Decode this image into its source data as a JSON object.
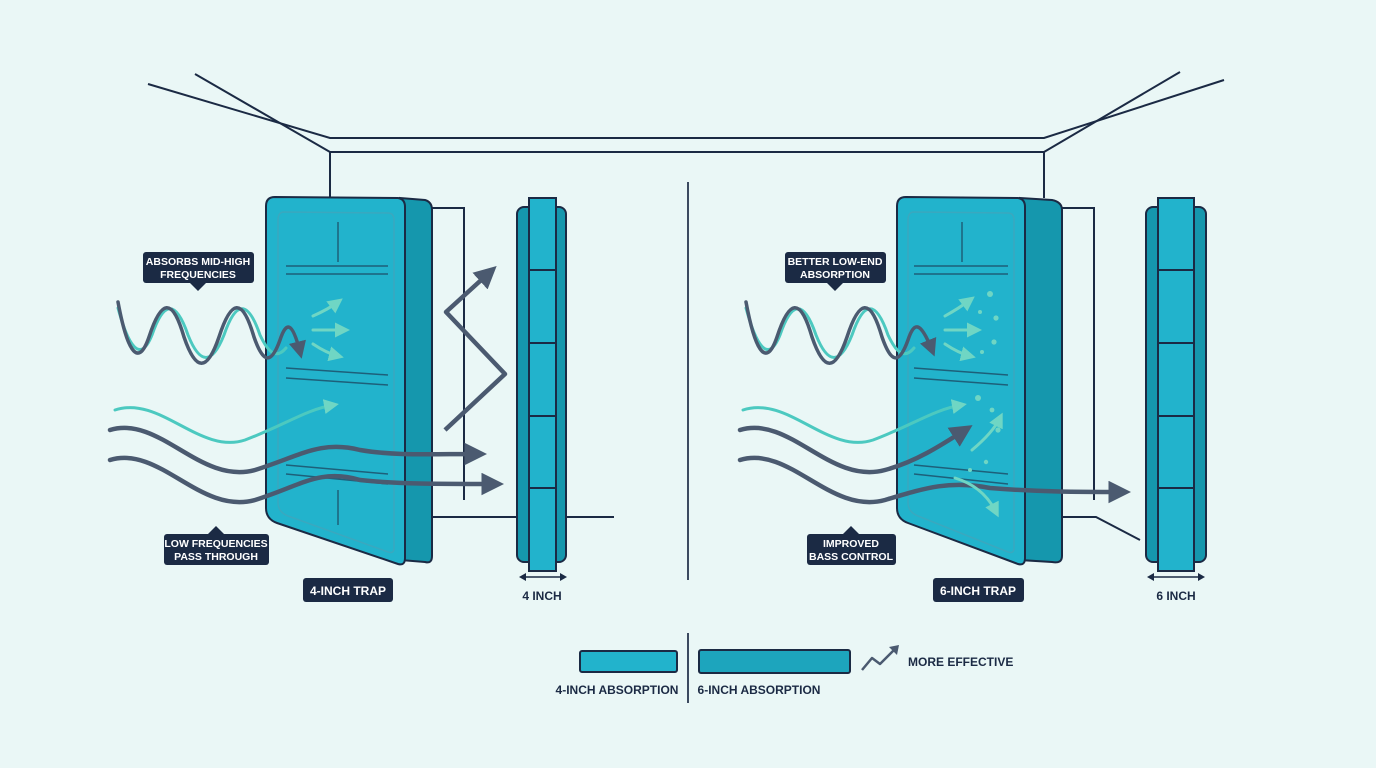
{
  "colors": {
    "background": "#eaf7f6",
    "line": "#1b2a44",
    "panel_face": "#22b3cc",
    "panel_side": "#1597ad",
    "label_bg": "#1b2a44",
    "label_text": "#ffffff",
    "wave_teal": "#4cc9c0",
    "wave_dark": "#4b5a70",
    "arrow_dark": "#4b5a70",
    "arrow_teal": "#6fd6c4"
  },
  "left": {
    "callout_top": [
      "ABSORBS MID-HIGH",
      "FREQUENCIES"
    ],
    "callout_bottom": [
      "LOW FREQUENCIES",
      "PASS THROUGH"
    ],
    "trap_label": "4-INCH TRAP",
    "dimension_label": "4 INCH"
  },
  "right": {
    "callout_top": [
      "BETTER LOW-END",
      "ABSORPTION"
    ],
    "callout_bottom": [
      "IMPROVED",
      "BASS CONTROL"
    ],
    "trap_label": "6-INCH TRAP",
    "dimension_label": "6 INCH"
  },
  "legend": {
    "left_label": "4-INCH ABSORPTION",
    "right_label": "6-INCH ABSORPTION",
    "trend_label": "MORE EFFECTIVE",
    "trend_icon": "trend-up-arrow-icon"
  }
}
